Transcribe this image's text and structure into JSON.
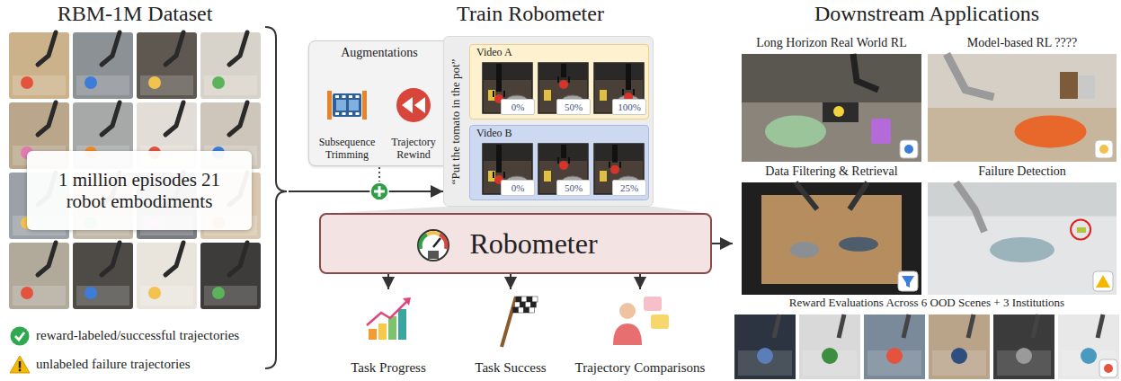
{
  "diagram": {
    "nodes": [
      {
        "text": [
          "RBM-1M Dataset"
        ]
      },
      {
        "text": [
          "1 million episodes 21 robot embodiments"
        ],
        "in": 0
      },
      {
        "text": [
          "Augmentations"
        ]
      },
      {
        "text": [
          "Subsequence Trimming"
        ],
        "in": 2
      },
      {
        "text": [
          "Trajectory Rewind"
        ],
        "in": 2
      },
      {
        "text": [
          "“Put the tomato in the pot”"
        ]
      },
      {
        "text": [
          "Video A"
        ],
        "in": 5
      },
      {
        "text": [
          "0%"
        ],
        "in": 6
      },
      {
        "text": [
          "50%"
        ],
        "in": 6
      },
      {
        "text": [
          "100%"
        ],
        "in": 6
      },
      {
        "text": [
          "Video B"
        ],
        "in": 5
      },
      {
        "text": [
          "0%"
        ],
        "in": 10
      },
      {
        "text": [
          "50%"
        ],
        "in": 10
      },
      {
        "text": [
          "25%"
        ],
        "in": 10
      },
      {
        "text": [
          "Robometer"
        ]
      },
      {
        "text": [
          "Task Progress"
        ]
      },
      {
        "text": [
          "Task Success"
        ]
      },
      {
        "text": [
          "Trajectory Comparisons"
        ]
      },
      {
        "text": [
          "Downstream Applications"
        ]
      },
      {
        "text": [
          "Long Horizon Real World RL"
        ],
        "in": 18
      },
      {
        "text": [
          "Model-based RL ????"
        ],
        "in": 18
      },
      {
        "text": [
          "Data Filtering & Retrieval"
        ],
        "in": 18
      },
      {
        "text": [
          "Failure Detection"
        ],
        "in": 18
      },
      {
        "text": [
          "Reward Evaluations Across 6 OOD Scenes + 3 Institutions"
        ],
        "in": 18
      }
    ],
    "edges": [
      {
        "from": 0,
        "to": 5,
        "arrow": "to"
      },
      {
        "from": 14,
        "to": 15,
        "arrow": "to"
      },
      {
        "from": 14,
        "to": 16,
        "arrow": "to"
      },
      {
        "from": 14,
        "to": 17,
        "arrow": "to"
      },
      {
        "from": 14,
        "to": 18,
        "arrow": "to"
      }
    ],
    "labels": [
      "Train Robometer"
    ],
    "legend": [
      {
        "text": "reward-labeled/successful trajectories"
      },
      {
        "text": "unlabeled failure trajectories"
      }
    ]
  }
}
